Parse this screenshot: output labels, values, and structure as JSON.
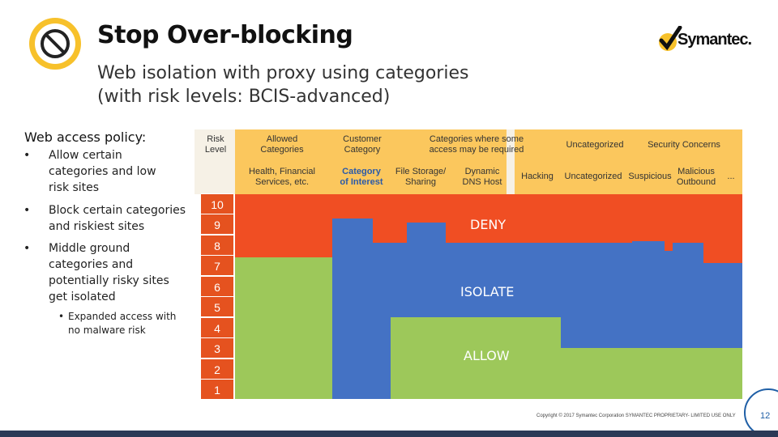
{
  "header": {
    "title": "Stop Over-blocking",
    "subtitle_line1": "Web isolation with proxy using categories",
    "subtitle_line2": "(with risk levels: BCIS-advanced)",
    "logo_text": "Symantec."
  },
  "policy": {
    "heading": "Web access policy:",
    "bullets": [
      {
        "text": "Allow certain categories and low risk sites"
      },
      {
        "text": "Block certain categories and riskiest sites"
      },
      {
        "text": "Middle ground categories and potentially risky sites get isolated"
      }
    ],
    "sub_bullet": "Expanded access with no malware risk",
    "bullet_char": "•"
  },
  "table": {
    "headers": {
      "risk_level": [
        "Risk",
        "Level"
      ],
      "allowed": [
        "Allowed",
        "Categories"
      ],
      "customer": [
        "Customer",
        "Category"
      ],
      "some_access": [
        "Categories where some",
        "access may be required"
      ],
      "uncategorized": "Uncategorized",
      "security": "Security Concerns"
    },
    "subheaders": {
      "health": [
        "Health, Financial",
        "Services, etc."
      ],
      "category_interest": [
        "Category",
        "of Interest"
      ],
      "file_storage": [
        "File Storage/",
        "Sharing"
      ],
      "dynamic_dns": [
        "Dynamic",
        "DNS Host"
      ],
      "hacking": "Hacking",
      "uncategorized": "Uncategorized",
      "suspicious": "Suspicious",
      "malicious": [
        "Malicious",
        "Outbound"
      ],
      "more": "..."
    },
    "levels": [
      "10",
      "9",
      "8",
      "7",
      "6",
      "5",
      "4",
      "3",
      "2",
      "1"
    ],
    "zones": {
      "deny": "DENY",
      "isolate": "ISOLATE",
      "allow": "ALLOW"
    },
    "colors": {
      "deny": "#f04e23",
      "isolate": "#4472c4",
      "allow": "#9dc85a",
      "header_bg": "#fbc75d",
      "level_bg": "#e5521f",
      "category_interest_text": "#2b5aa8"
    }
  },
  "footer": {
    "copyright": "Copyright © 2017 Symantec Corporation SYMANTEC PROPRIETARY- LIMITED USE ONLY",
    "page_number": "12"
  }
}
